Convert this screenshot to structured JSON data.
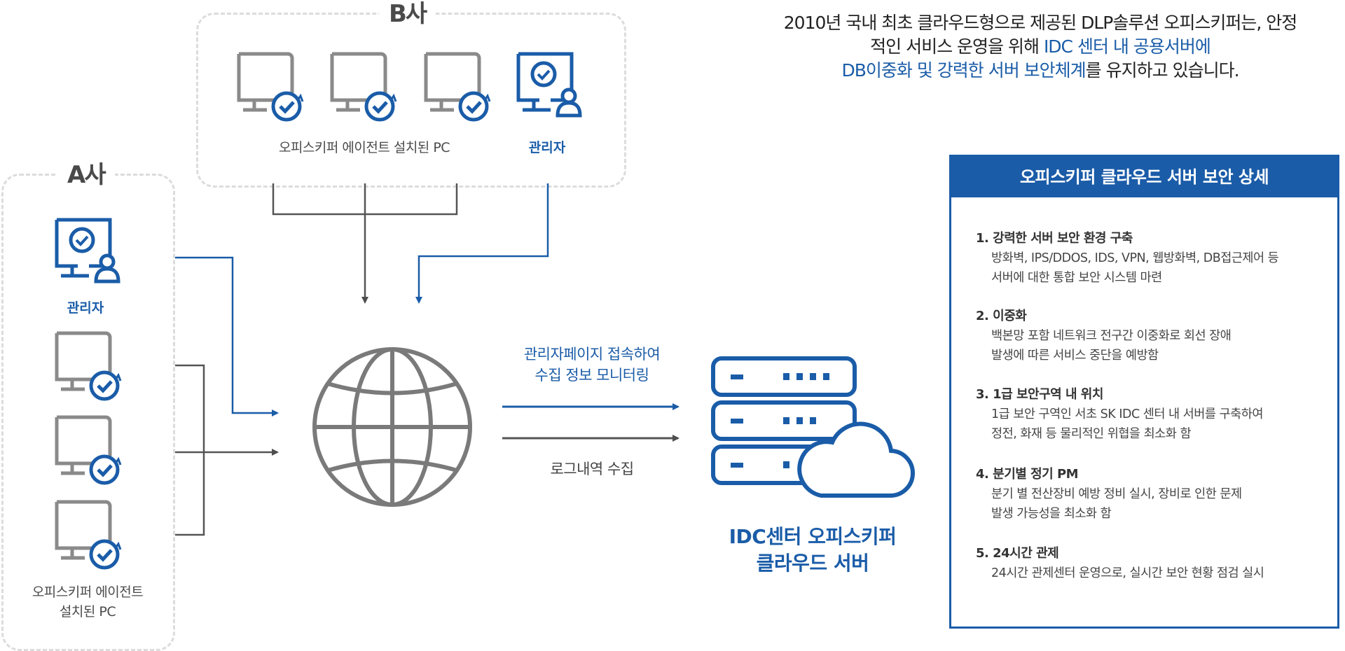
{
  "intro": {
    "line1": "2010년 국내 최초 클라우드형으로 제공된 DLP솔루션 오피스키퍼는, 안정",
    "line2_a": "적인 서비스 운영을 위해 ",
    "line2_b": "IDC 센터 내 공용서버에",
    "line3_a": "DB이중화 및 강력한 서버 보안체계",
    "line3_b": "를 유지하고 있습니다."
  },
  "company_b": {
    "label": "B사",
    "pc_label": "오피스키퍼 에이전트 설치된 PC",
    "admin_label": "관리자"
  },
  "company_a": {
    "label": "A사",
    "admin_label": "관리자",
    "pc_label_1": "오피스키퍼 에이전트",
    "pc_label_2": "설치된 PC"
  },
  "arrows": {
    "monitor_line1": "관리자페이지 접속하여",
    "monitor_line2": "수집 정보 모니터링",
    "log_label": "로그내역 수집"
  },
  "server": {
    "title_line1": "IDC센터 오피스키퍼",
    "title_line2": "클라우드 서버"
  },
  "panel": {
    "header": "오피스키퍼 클라우드 서버 보안 상세",
    "items": [
      {
        "title": "1. 강력한 서버 보안 환경 구축",
        "desc1": "방화벽, IPS/DDOS, IDS, VPN, 웹방화벽, DB접근제어 등",
        "desc2": "서버에 대한 통합 보안 시스템 마련"
      },
      {
        "title": "2. 이중화",
        "desc1": "백본망 포함 네트워크 전구간 이중화로 회선 장애",
        "desc2": "발생에 따른 서비스 중단을 예방함"
      },
      {
        "title": "3. 1급 보안구역 내 위치",
        "desc1": "1급 보안 구역인 서초 SK IDC 센터 내 서버를 구축하여",
        "desc2": "정전, 화재 등 물리적인 위협을 최소화 함"
      },
      {
        "title": "4. 분기별 정기 PM",
        "desc1": "분기 별 전산장비 예방 정비 실시, 장비로 인한 문제",
        "desc2": "발생 가능성을 최소화 함"
      },
      {
        "title": "5. 24시간 관제",
        "desc1": "24시간 관제센터 운영으로, 실시간 보안 현황 점검 실시",
        "desc2": ""
      }
    ]
  },
  "colors": {
    "accent": "#1a5ca8",
    "gray_icon": "#8a8a8a",
    "line_gray": "#555555",
    "dash": "#dcdcdc"
  },
  "icons": [
    "pc-check-icon",
    "admin-pc-icon",
    "globe-icon",
    "server-cloud-icon"
  ]
}
